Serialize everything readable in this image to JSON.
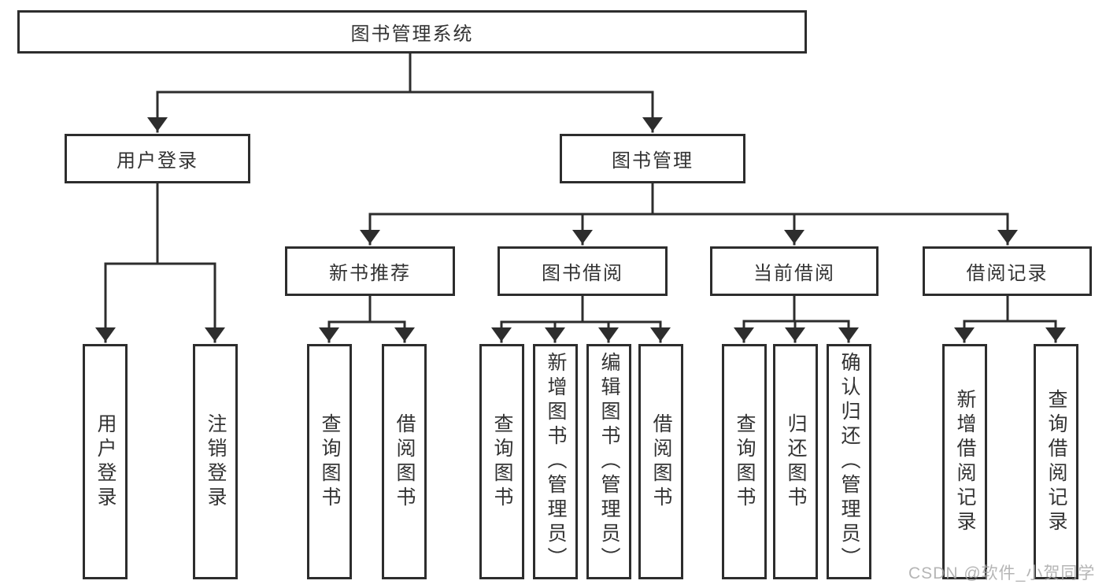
{
  "tree": {
    "label": "图书管理系统",
    "children": [
      {
        "label": "用户登录",
        "children": [
          {
            "label": "用户登录"
          },
          {
            "label": "注销登录"
          }
        ]
      },
      {
        "label": "图书管理",
        "children": [
          {
            "label": "新书推荐",
            "children": [
              {
                "label": "查询图书"
              },
              {
                "label": "借阅图书"
              }
            ]
          },
          {
            "label": "图书借阅",
            "children": [
              {
                "label": "查询图书"
              },
              {
                "label": "新增图书（管理员）"
              },
              {
                "label": "编辑图书（管理员）"
              },
              {
                "label": "借阅图书"
              }
            ]
          },
          {
            "label": "当前借阅",
            "children": [
              {
                "label": "查询图书"
              },
              {
                "label": "归还图书"
              },
              {
                "label": "确认归还（管理员）"
              }
            ]
          },
          {
            "label": "借阅记录",
            "children": [
              {
                "label": "新增借阅记录"
              },
              {
                "label": "查询借阅记录"
              }
            ]
          }
        ]
      }
    ]
  },
  "watermark": {
    "text": "CSDN @软件_小贺同学"
  },
  "colors": {
    "line": "#2d2d2d",
    "text": "#333333",
    "background": "#ffffff",
    "watermark": "#a8a8a8"
  }
}
